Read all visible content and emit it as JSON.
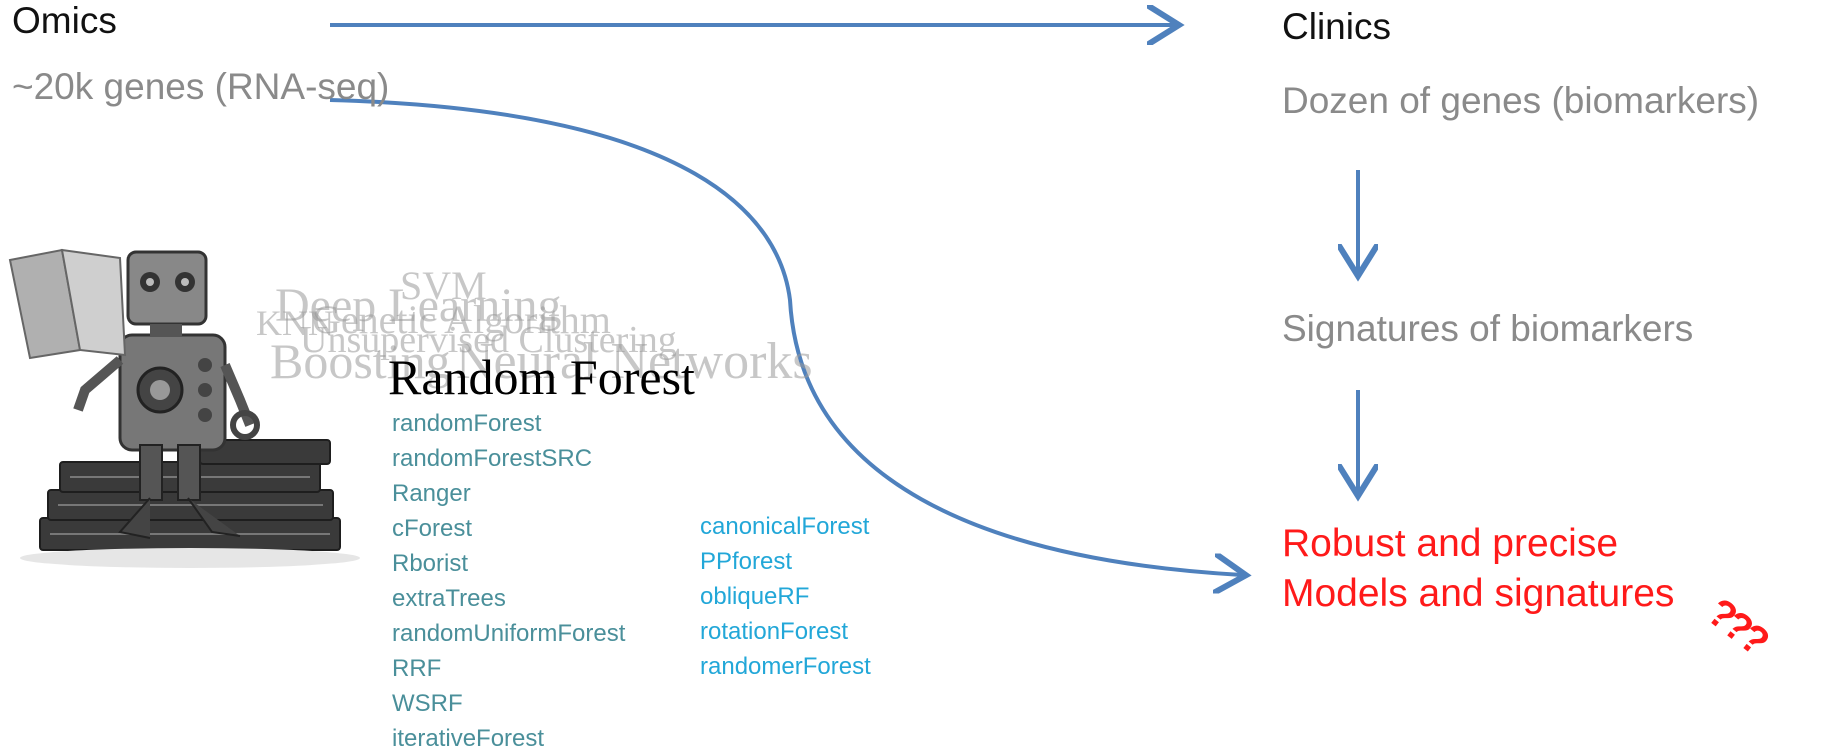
{
  "left": {
    "title": "Omics",
    "subtitle": "~20k genes (RNA-seq)"
  },
  "right": {
    "title": "Clinics",
    "subtitle": "Dozen of genes (biomarkers)",
    "step2": "Signatures of biomarkers",
    "goal_line1": "Robust and precise",
    "goal_line2": "Models and signatures",
    "question_marks": "???"
  },
  "methods": {
    "highlight": "Random Forest",
    "ghost_words": [
      "SVM",
      "Deep Learning",
      "KNN",
      "Genetic Algorithm",
      "Unsupervised Clustering",
      "Boosting",
      "Neural Networks"
    ],
    "packages_col1": [
      "randomForest",
      "randomForestSRC",
      "Ranger",
      "cForest",
      "Rborist",
      "extraTrees",
      "randomUniformForest",
      "RRF",
      "WSRF",
      "iterativeForest"
    ],
    "packages_col2": [
      "canonicalForest",
      "PPforest",
      "obliqueRF",
      "rotationForest",
      "randomerForest"
    ]
  },
  "colors": {
    "arrow": "#4f81bd",
    "goal": "#ff1a1a",
    "pkg_col1": "#4a8f9a",
    "pkg_col2": "#22a7d8"
  },
  "icons": [
    "robot-reading-books-illustration"
  ]
}
